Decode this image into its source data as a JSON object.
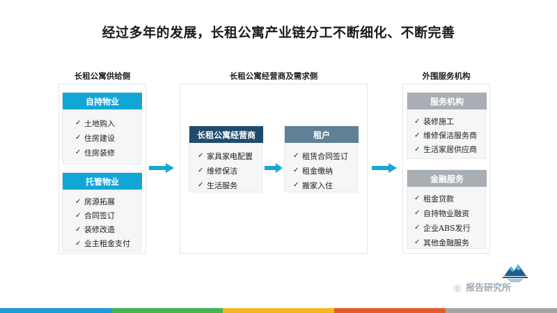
{
  "title": "经过多年的发展，长租公寓产业链分工不断细化、不断完善",
  "left_column": {
    "heading": "长租公寓供给侧",
    "cards": [
      {
        "header": "自持物业",
        "items": [
          "土地购入",
          "住房建设",
          "住房装修"
        ]
      },
      {
        "header": "托管物业",
        "items": [
          "房源拓展",
          "合同签订",
          "装修改造",
          "业主租金支付"
        ]
      }
    ]
  },
  "middle_column": {
    "heading": "长租公寓经营商及需求侧",
    "cards": [
      {
        "header": "长租公寓经营商",
        "items": [
          "家具家电配置",
          "维修保洁",
          "生活服务"
        ]
      },
      {
        "header": "租户",
        "items": [
          "租赁合同签订",
          "租金缴纳",
          "搬家入住"
        ]
      }
    ]
  },
  "right_column": {
    "heading": "外围服务机构",
    "cards": [
      {
        "header": "服务机构",
        "items": [
          "装修施工",
          "维修保洁服务商",
          "生活家居供应商"
        ]
      },
      {
        "header": "金融服务",
        "items": [
          "租金贷款",
          "自持物业融资",
          "企业ABS发行",
          "其他金融服务"
        ]
      }
    ]
  },
  "watermark": "报告研究所",
  "colors": {
    "cyan": "#12a6d6",
    "navy": "#1f4b6d",
    "steel": "#5f8097",
    "gray": "#a8aeb3",
    "arrow": "#1aa6d3",
    "bar": [
      "#1c9bd6",
      "#43b54c",
      "#f2b918",
      "#e35a2f",
      "#a6a6a6"
    ]
  },
  "icons": {
    "check": "✓",
    "arrow": "arrow-right-icon",
    "logo": "iceberg-logo-icon",
    "wechat": "wechat-icon"
  }
}
